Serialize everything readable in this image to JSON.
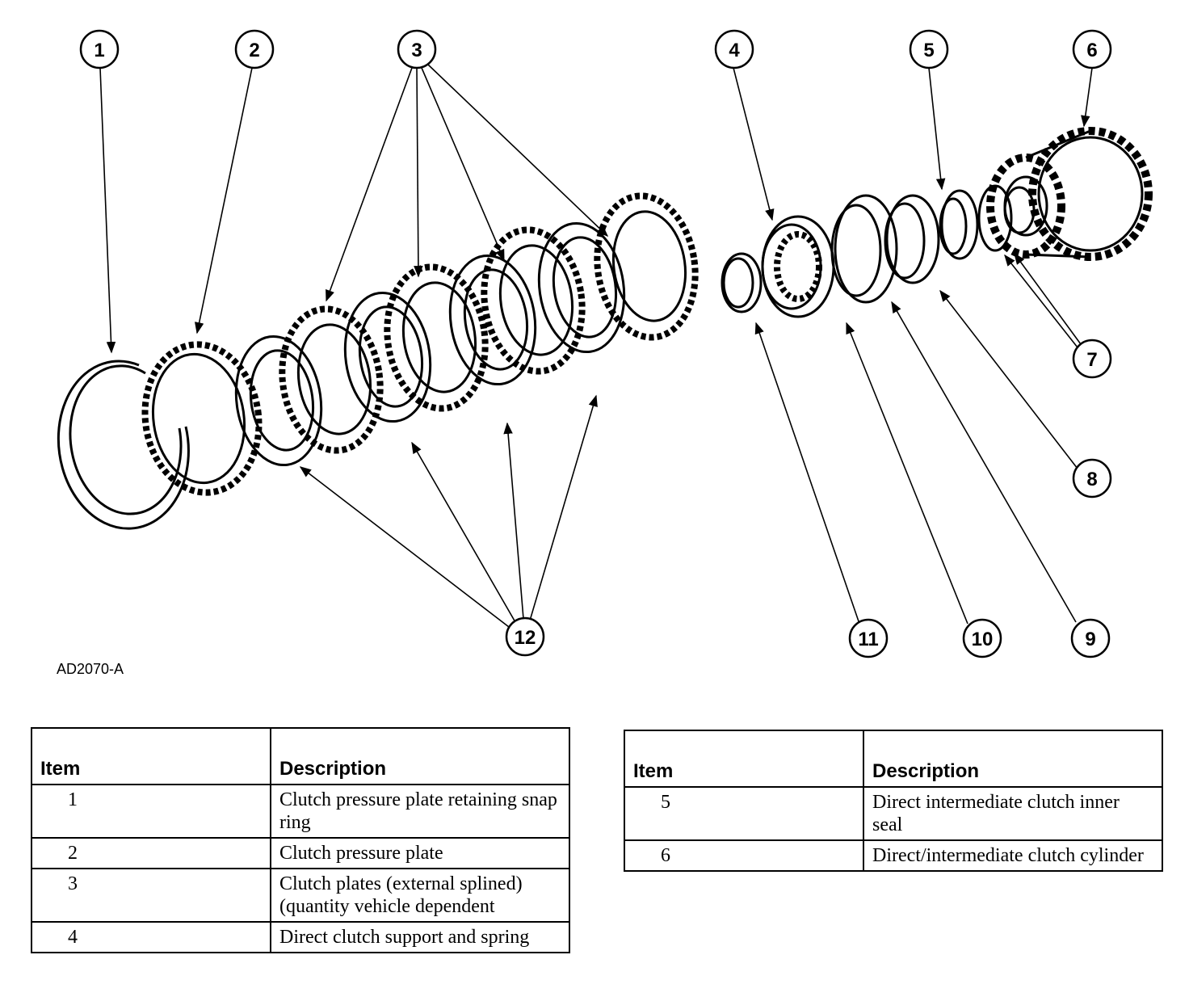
{
  "figure_code": "AD2070-A",
  "callouts": [
    "1",
    "2",
    "3",
    "4",
    "5",
    "6",
    "7",
    "8",
    "9",
    "10",
    "11",
    "12"
  ],
  "tables": [
    {
      "header": {
        "item": "Item",
        "description": "Description"
      },
      "rows": [
        {
          "item": "1",
          "description": "Clutch pressure plate retaining snap ring"
        },
        {
          "item": "2",
          "description": "Clutch pressure plate"
        },
        {
          "item": "3",
          "description": "Clutch plates (external splined) (quantity vehicle dependent"
        },
        {
          "item": "4",
          "description": "Direct clutch support and spring"
        }
      ]
    },
    {
      "header": {
        "item": "Item",
        "description": "Description"
      },
      "rows": [
        {
          "item": "5",
          "description": "Direct intermediate clutch inner seal"
        },
        {
          "item": "6",
          "description": "Direct/intermediate clutch cylinder"
        }
      ]
    }
  ],
  "colors": {
    "ink": "#000000",
    "paper": "#ffffff"
  }
}
